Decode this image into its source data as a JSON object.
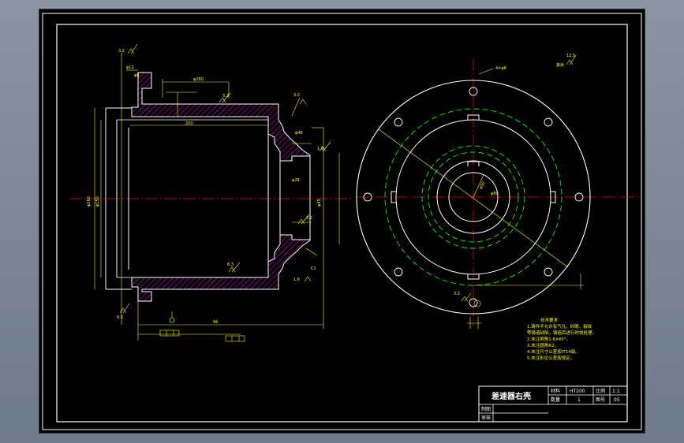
{
  "title_block": {
    "part_name": "差速器右壳",
    "material_label": "材料",
    "material_value": "HT200",
    "scale_label": "比例",
    "scale_value": "1:1",
    "quantity_label": "数量",
    "quantity_value": "1",
    "drawing_no_label": "图号",
    "drawing_no_value": "05",
    "drawn_by_label": "制图",
    "checked_by_label": "审核"
  },
  "tech_requirements": {
    "title": "技术要求",
    "lines": [
      "1.铸件不允许有气孔、砂眼、裂纹",
      "等铸造缺陷。铸造后进行时效处理。",
      "2.未注倒角1.6X45°。",
      "3.未注圆角R2。",
      "4.未注尺寸公差按IT14级。",
      "5.未注形位公差按规定。"
    ]
  },
  "roughness": {
    "rest_label": "其余",
    "value": "12.5"
  },
  "dimension_labels": [
    "3.2",
    "6.3",
    "1.6",
    "3.2",
    "3.2",
    "6.3",
    "1.6",
    "3.2",
    "3.2"
  ],
  "colors": {
    "outline": "#ffffff",
    "dimension": "#ffff00",
    "hatch": "#ff00ff",
    "centerline": "#ff0000",
    "hidden_circle": "#00ff00"
  }
}
